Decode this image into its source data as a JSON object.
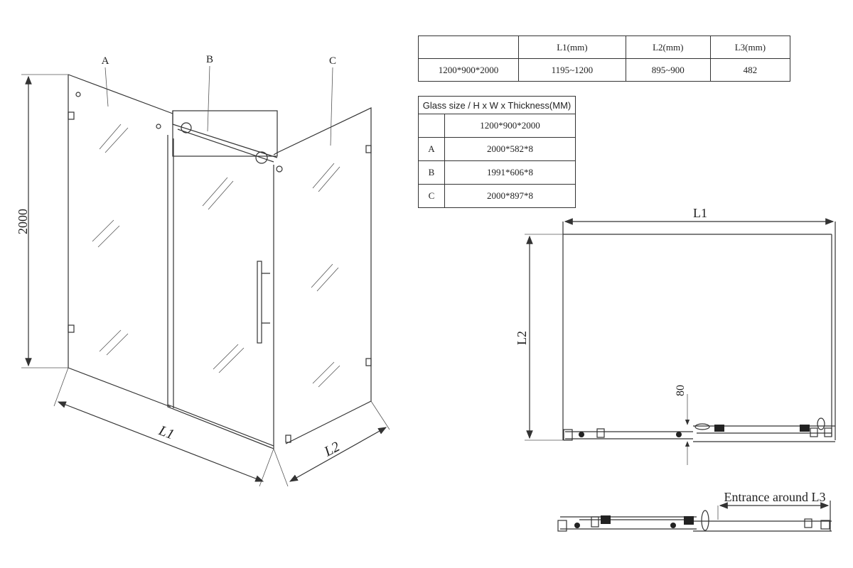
{
  "dimensions_table": {
    "headers": [
      "",
      "L1(mm)",
      "L2(mm)",
      "L3(mm)"
    ],
    "rows": [
      [
        "1200*900*2000",
        "1195~1200",
        "895~900",
        "482"
      ]
    ]
  },
  "glass_table": {
    "title": "Glass size / H x W x Thickness(MM)",
    "size": "1200*900*2000",
    "rows": [
      {
        "panel": "A",
        "value": "2000*582*8"
      },
      {
        "panel": "B",
        "value": "1991*606*8"
      },
      {
        "panel": "C",
        "value": "2000*897*8"
      }
    ]
  },
  "iso_view": {
    "panel_labels": [
      "A",
      "B",
      "C"
    ],
    "height_label": "2000",
    "l1_label": "L1",
    "l2_label": "L2"
  },
  "plan_view": {
    "l1_label": "L1",
    "l2_label": "L2",
    "offset_label": "80"
  },
  "open_view": {
    "entrance_label": "Entrance around L3"
  }
}
